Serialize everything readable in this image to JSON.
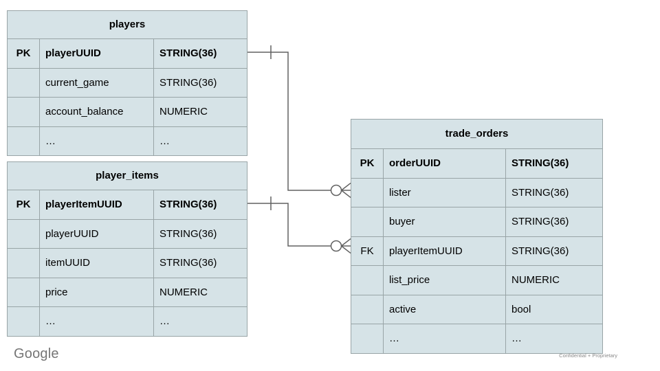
{
  "slide": {
    "background_color": "#ffffff",
    "table_fill_color": "#d6e3e7",
    "table_border_color": "#98a4a6",
    "connector_color": "#616161"
  },
  "tables": [
    {
      "title": "players",
      "rows": [
        {
          "key": "PK",
          "name": "playerUUID",
          "type": "STRING(36)",
          "emphasis": true
        },
        {
          "key": "",
          "name": "current_game",
          "type": "STRING(36)",
          "emphasis": false
        },
        {
          "key": "",
          "name": "account_balance",
          "type": "NUMERIC",
          "emphasis": false
        },
        {
          "key": "",
          "name": "…",
          "type": "…",
          "emphasis": false
        }
      ]
    },
    {
      "title": "player_items",
      "rows": [
        {
          "key": "PK",
          "name": "playerItemUUID",
          "type": "STRING(36)",
          "emphasis": true
        },
        {
          "key": "",
          "name": "playerUUID",
          "type": "STRING(36)",
          "emphasis": false
        },
        {
          "key": "",
          "name": "itemUUID",
          "type": "STRING(36)",
          "emphasis": false
        },
        {
          "key": "",
          "name": "price",
          "type": "NUMERIC",
          "emphasis": false
        },
        {
          "key": "",
          "name": "…",
          "type": "…",
          "emphasis": false
        }
      ]
    },
    {
      "title": "trade_orders",
      "rows": [
        {
          "key": "PK",
          "name": "orderUUID",
          "type": "STRING(36)",
          "emphasis": true
        },
        {
          "key": "",
          "name": "lister",
          "type": "STRING(36)",
          "emphasis": false
        },
        {
          "key": "",
          "name": "buyer",
          "type": "STRING(36)",
          "emphasis": false
        },
        {
          "key": "FK",
          "name": "playerItemUUID",
          "type": "STRING(36)",
          "emphasis": false
        },
        {
          "key": "",
          "name": "list_price",
          "type": "NUMERIC",
          "emphasis": false
        },
        {
          "key": "",
          "name": "active",
          "type": "bool",
          "emphasis": false
        },
        {
          "key": "",
          "name": "…",
          "type": "…",
          "emphasis": false
        }
      ]
    }
  ],
  "relationships": [
    {
      "from": "players.playerUUID",
      "to": "trade_orders.lister",
      "from_cardinality": "one",
      "to_cardinality": "zero-or-many",
      "from_symbol": "tick",
      "to_symbol": "circle-crow-foot"
    },
    {
      "from": "player_items.playerItemUUID",
      "to": "trade_orders.playerItemUUID",
      "from_cardinality": "one",
      "to_cardinality": "zero-or-many",
      "from_symbol": "tick",
      "to_symbol": "circle-crow-foot"
    }
  ],
  "footer": {
    "logo_text": "Google",
    "confidential_text": "Confidential + Proprietary"
  }
}
